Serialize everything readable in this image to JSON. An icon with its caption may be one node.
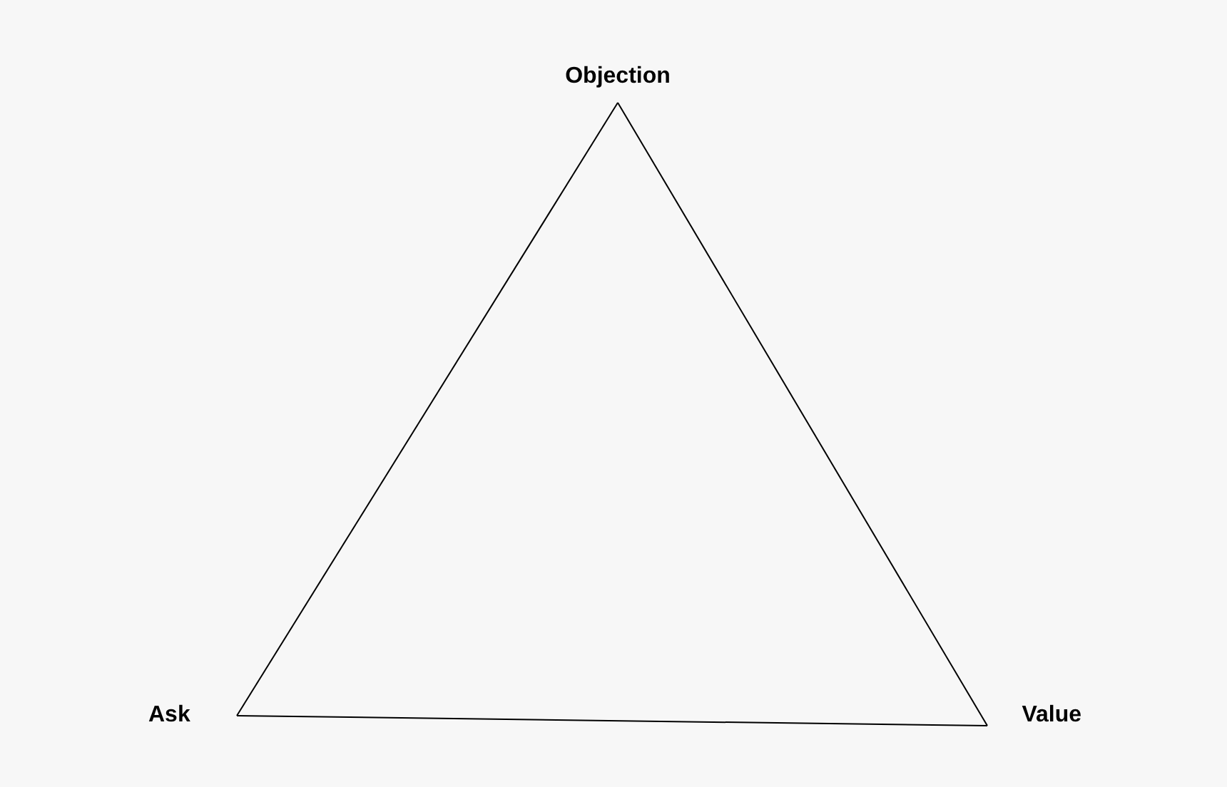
{
  "diagram": {
    "nodes": [
      {
        "text": [
          "Objection"
        ]
      },
      {
        "text": [
          "Ask"
        ]
      },
      {
        "text": [
          "Value"
        ]
      }
    ],
    "edges": [
      {
        "from": 0,
        "to": 1,
        "arrow": "none"
      },
      {
        "from": 1,
        "to": 2,
        "arrow": "none"
      },
      {
        "from": 2,
        "to": 0,
        "arrow": "none"
      }
    ]
  }
}
